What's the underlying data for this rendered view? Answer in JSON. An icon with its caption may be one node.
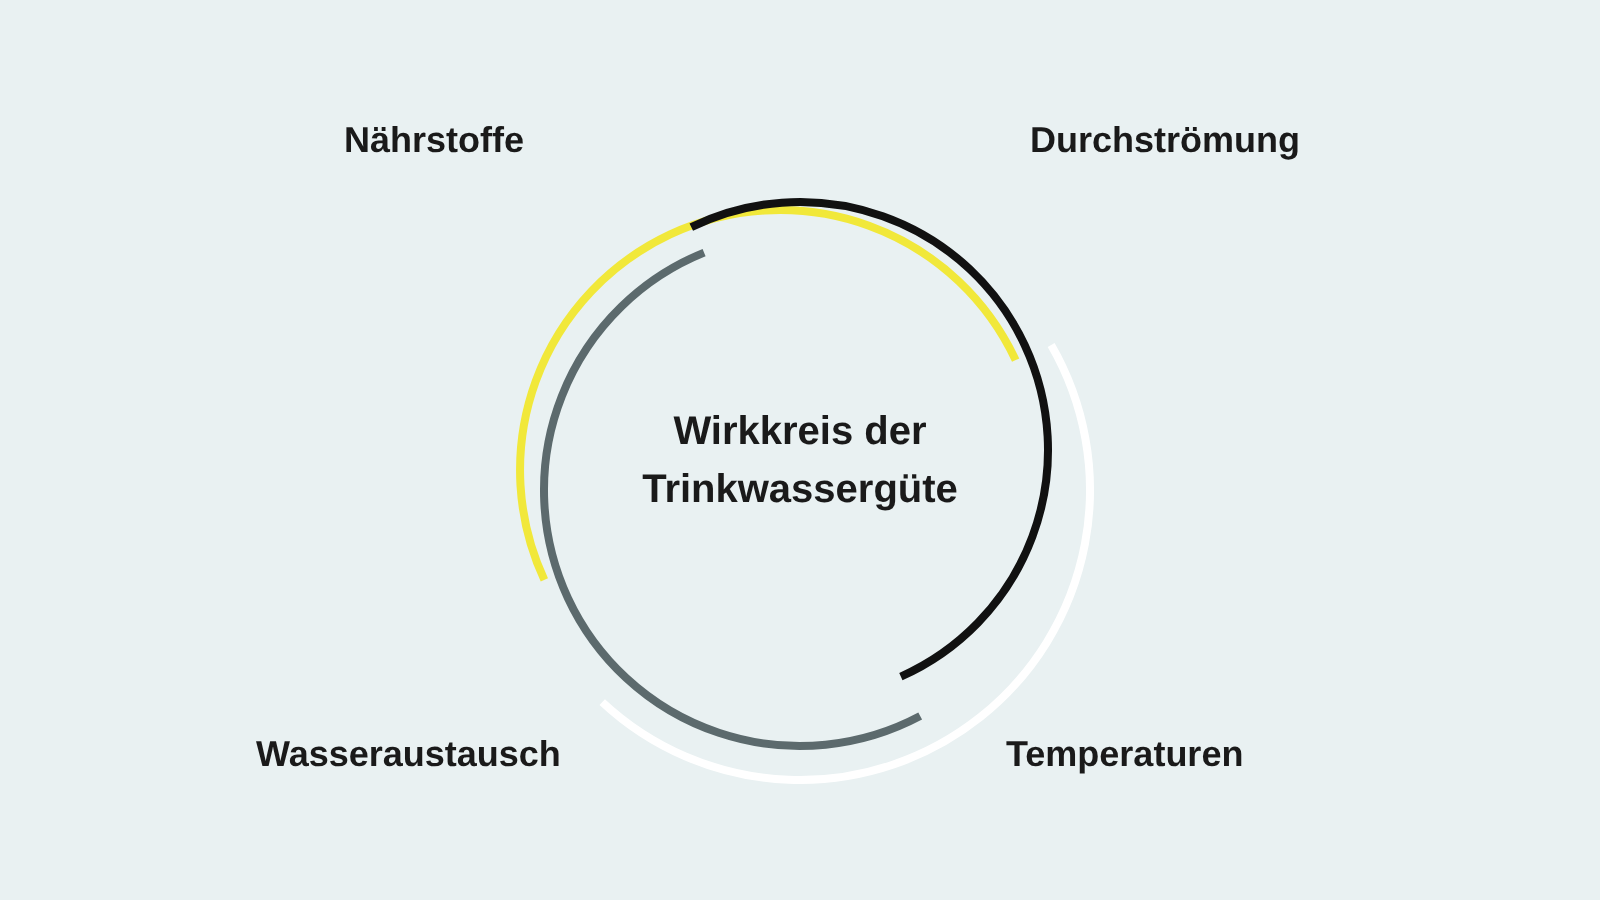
{
  "diagram": {
    "labels": [
      "Nährstoffe",
      "Durchströmung",
      "Wirkkreis der Trinkwassergüte",
      "Wasseraustausch",
      "Temperaturen"
    ]
  }
}
